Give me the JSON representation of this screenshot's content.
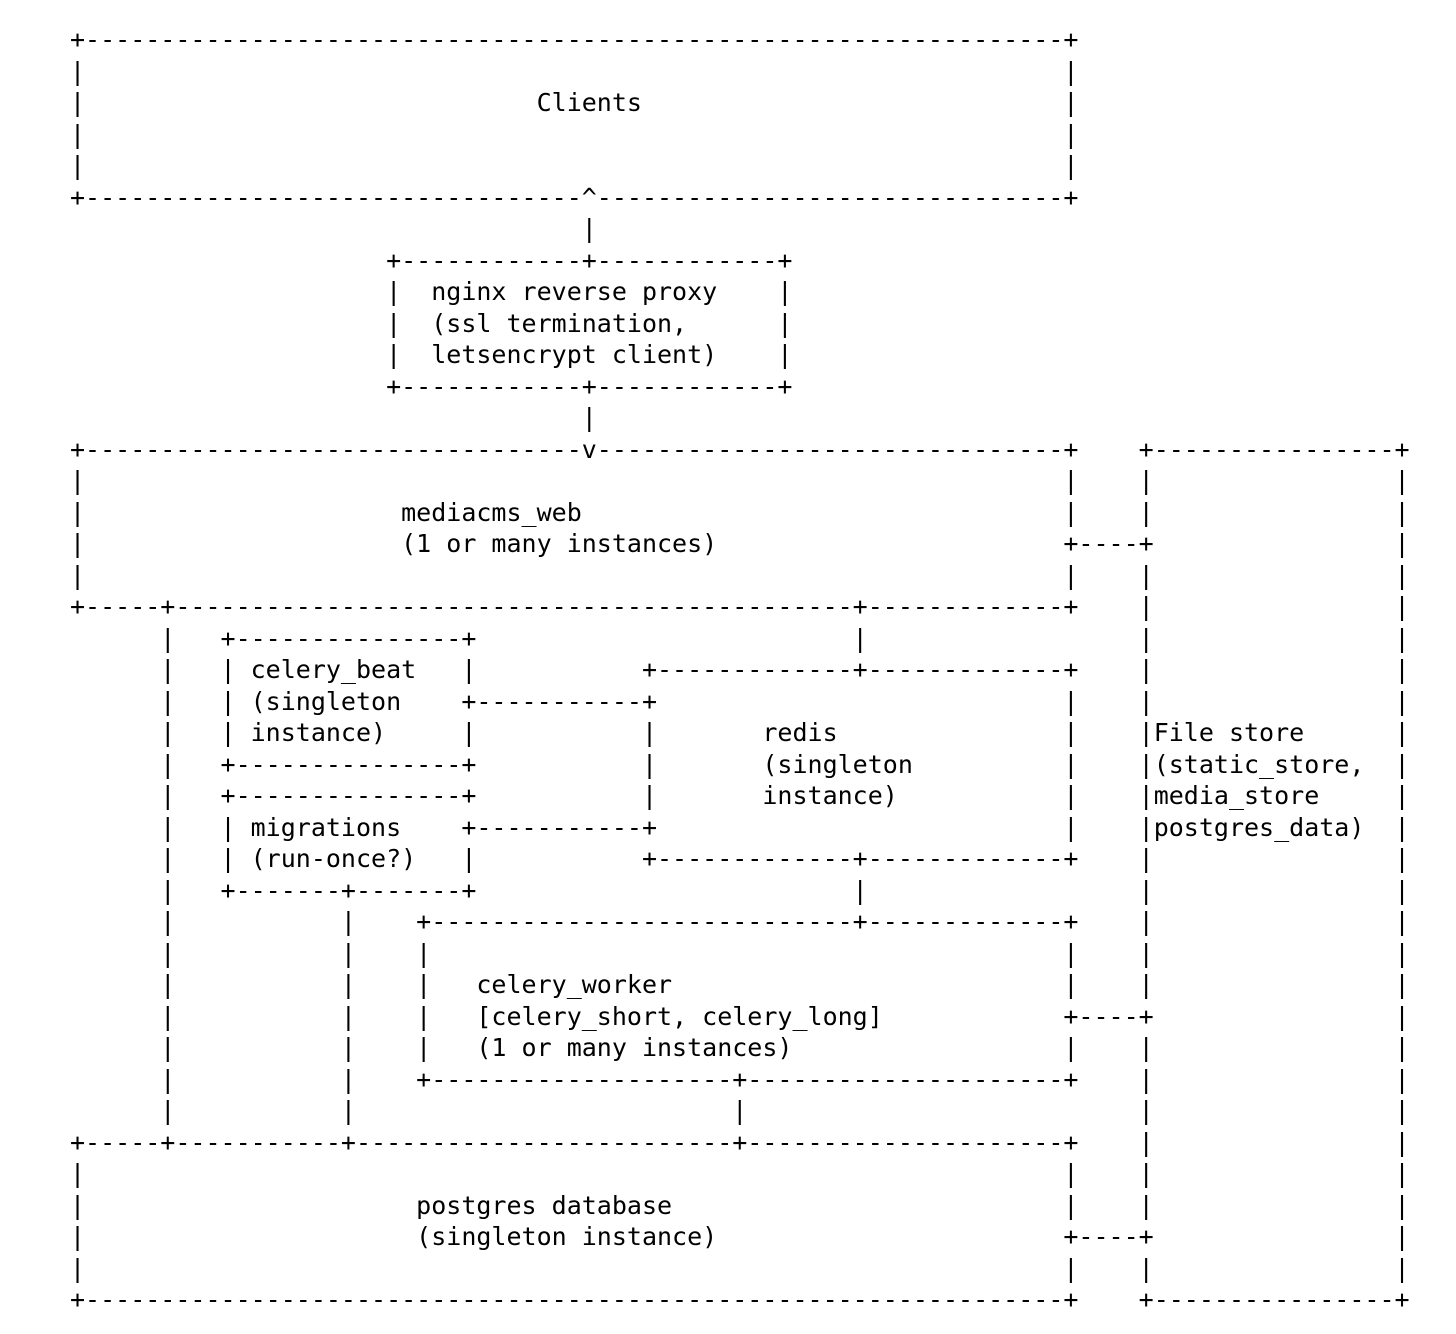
{
  "page": {
    "background": "#ffffff",
    "text_color": "#000000"
  },
  "diagram": {
    "nodes": [
      {
        "id": "clients",
        "label": "Clients"
      },
      {
        "id": "nginx",
        "label": "nginx reverse proxy",
        "sublabel": "(ssl termination, letsencrypt client)"
      },
      {
        "id": "mediacms_web",
        "label": "mediacms_web",
        "sublabel": "(1 or many instances)"
      },
      {
        "id": "celery_beat",
        "label": "celery_beat",
        "sublabel": "(singleton instance)"
      },
      {
        "id": "migrations",
        "label": "migrations",
        "sublabel": "(run-once?)"
      },
      {
        "id": "redis",
        "label": "redis",
        "sublabel": "(singleton instance)"
      },
      {
        "id": "celery_worker",
        "label": "celery_worker",
        "sublabel": "[celery_short, celery_long] (1 or many instances)"
      },
      {
        "id": "postgres",
        "label": "postgres database",
        "sublabel": "(singleton instance)"
      },
      {
        "id": "file_store",
        "label": "File store",
        "sublabel": "(static_store, media_store postgres_data)"
      }
    ],
    "lines": [
      "+-----------------------------------------------------------------+",
      "|                                                                 |",
      "|                              Clients                            |",
      "|                                                                 |",
      "|                                                                 |",
      "+---------------------------------^-------------------------------+",
      "                                  |",
      "                     +------------+------------+",
      "                     |  nginx reverse proxy    |",
      "                     |  (ssl termination,      |",
      "                     |  letsencrypt client)    |",
      "                     +------------+------------+",
      "                                  |",
      "+---------------------------------v-------------------------------+    +----------------+",
      "|                                                                 |    |                |",
      "|                     mediacms_web                                |    |                |",
      "|                     (1 or many instances)                       +----+                |",
      "|                                                                 |    |                |",
      "+-----+---------------------------------------------+-------------+    |                |",
      "      |   +---------------+                         |                  |                |",
      "      |   | celery_beat   |           +-------------+-------------+    |                |",
      "      |   | (singleton    +-----------+                           |    |                |",
      "      |   | instance)     |           |       redis               |    |File store      |",
      "      |   +---------------+           |       (singleton          |    |(static_store,  |",
      "      |   +---------------+           |       instance)           |    |media_store     |",
      "      |   | migrations    +-----------+                           |    |postgres_data)  |",
      "      |   | (run-once?)   |           +-------------+-------------+    |                |",
      "      |   +-------+-------+                         |                  |                |",
      "      |           |    +----------------------------+-------------+    |                |",
      "      |           |    |                                          |    |                |",
      "      |           |    |   celery_worker                          |    |                |",
      "      |           |    |   [celery_short, celery_long]            +----+                |",
      "      |           |    |   (1 or many instances)                  |    |                |",
      "      |           |    +--------------------+---------------------+    |                |",
      "      |           |                         |                          |                |",
      "+-----+-----------+-------------------------+---------------------+    |                |",
      "|                                                                 |    |                |",
      "|                      postgres database                          |    |                |",
      "|                      (singleton instance)                       +----+                |",
      "|                                                                 |    |                |",
      "+-----------------------------------------------------------------+    +----------------+"
    ]
  }
}
